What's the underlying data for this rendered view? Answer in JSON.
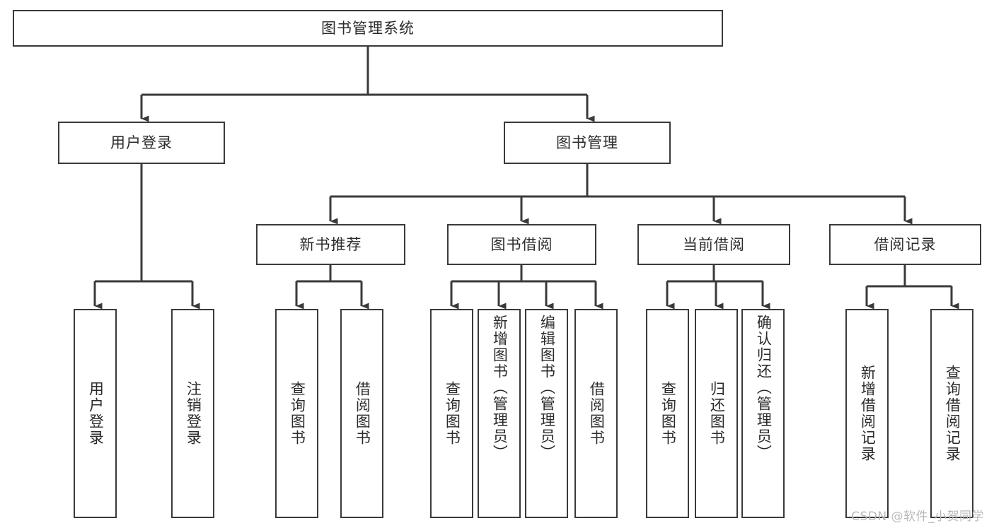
{
  "diagram": {
    "title": "图书管理系统",
    "type": "hierarchy-tree",
    "colors": {
      "stroke": "#3a3a3a",
      "box_fill": "#ffffff",
      "text": "#2b2b2b",
      "background": "#ffffff",
      "watermark": "#b9b9b9"
    },
    "watermark": "CSDN @软件_小贺同学",
    "nodes": {
      "root": {
        "label": "图书管理系统"
      },
      "level1": [
        {
          "id": "user-login",
          "label": "用户登录"
        },
        {
          "id": "book-management",
          "label": "图书管理"
        }
      ],
      "level2": [
        {
          "id": "new-book-recommend",
          "label": "新书推荐"
        },
        {
          "id": "book-borrow",
          "label": "图书借阅"
        },
        {
          "id": "current-borrow",
          "label": "当前借阅"
        },
        {
          "id": "borrow-record",
          "label": "借阅记录"
        }
      ],
      "leaves": {
        "user_login": [
          {
            "id": "leaf-user-login",
            "label": "用户登录"
          },
          {
            "id": "leaf-logout-login",
            "label": "注销登录"
          }
        ],
        "new_book_recommend": [
          {
            "id": "leaf-query-book-1",
            "label": "查询图书"
          },
          {
            "id": "leaf-borrow-book-1",
            "label": "借阅图书"
          }
        ],
        "book_borrow": [
          {
            "id": "leaf-query-book-2",
            "label": "查询图书"
          },
          {
            "id": "leaf-add-book-admin",
            "label": "新增图书（管理员）"
          },
          {
            "id": "leaf-edit-book-admin",
            "label": "编辑图书（管理员）"
          },
          {
            "id": "leaf-borrow-book-2",
            "label": "借阅图书"
          }
        ],
        "current_borrow": [
          {
            "id": "leaf-query-book-3",
            "label": "查询图书"
          },
          {
            "id": "leaf-return-book",
            "label": "归还图书"
          },
          {
            "id": "leaf-confirm-return-admin",
            "label": "确认归还（管理员）"
          }
        ],
        "borrow_record": [
          {
            "id": "leaf-add-borrow-record",
            "label": "新增借阅记录"
          },
          {
            "id": "leaf-query-borrow-record",
            "label": "查询借阅记录"
          }
        ]
      }
    }
  }
}
